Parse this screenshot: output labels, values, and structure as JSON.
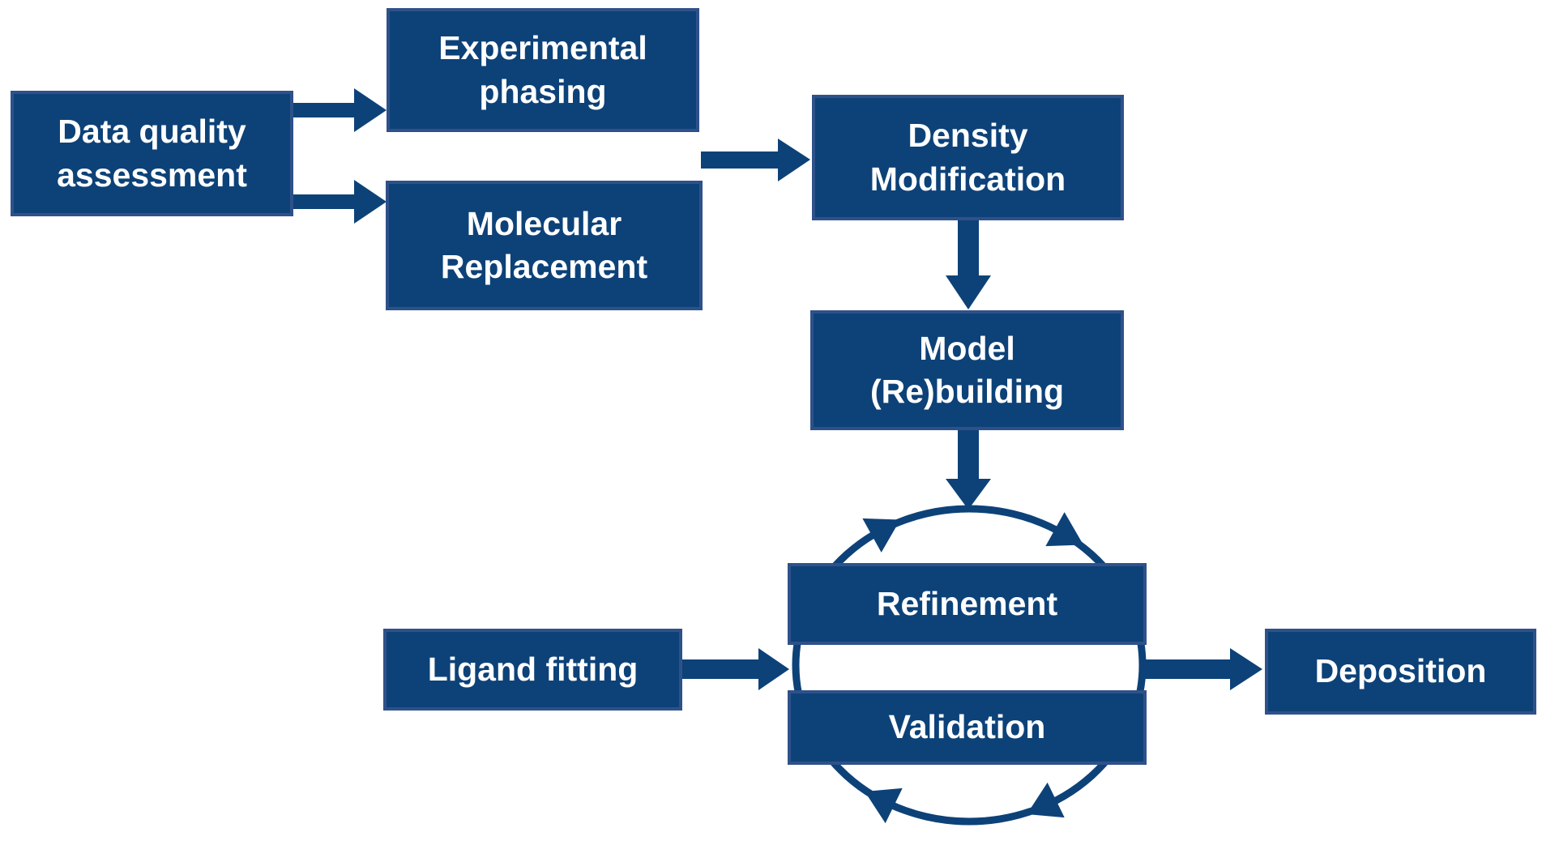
{
  "diagram": {
    "background": "#ffffff",
    "colors": {
      "bg": "#ffffff",
      "node_fill": "#0d4278",
      "node_border": "#2f5189",
      "arrow": "#0d4278",
      "text": "#ffffff"
    },
    "nodes": {
      "data_quality": {
        "label": "Data quality\nassessment"
      },
      "experimental_phasing": {
        "label": "Experimental\nphasing"
      },
      "molecular_replacement": {
        "label": "Molecular\nReplacement"
      },
      "density_modification": {
        "label": "Density\nModification"
      },
      "model_rebuilding": {
        "label": "Model\n(Re)building"
      },
      "refinement": {
        "label": "Refinement"
      },
      "validation": {
        "label": "Validation"
      },
      "ligand_fitting": {
        "label": "Ligand fitting"
      },
      "deposition": {
        "label": "Deposition"
      }
    }
  }
}
